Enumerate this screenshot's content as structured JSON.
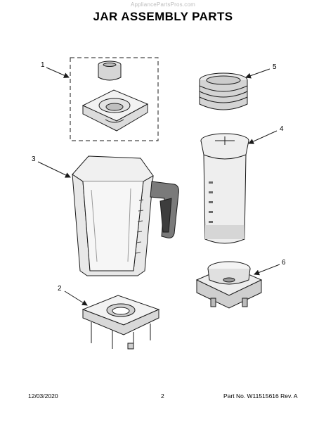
{
  "watermark": "AppliancePartsPros.com",
  "title": "JAR ASSEMBLY PARTS",
  "callouts": [
    "1",
    "2",
    "3",
    "4",
    "5",
    "6"
  ],
  "footer": {
    "date": "12/03/2020",
    "page": "2",
    "part_no": "Part No. W11515616  Rev. A"
  },
  "colors": {
    "line": "#1a1a1a",
    "shade": "#cfcfcf",
    "light": "#ececec",
    "dark": "#555555"
  }
}
